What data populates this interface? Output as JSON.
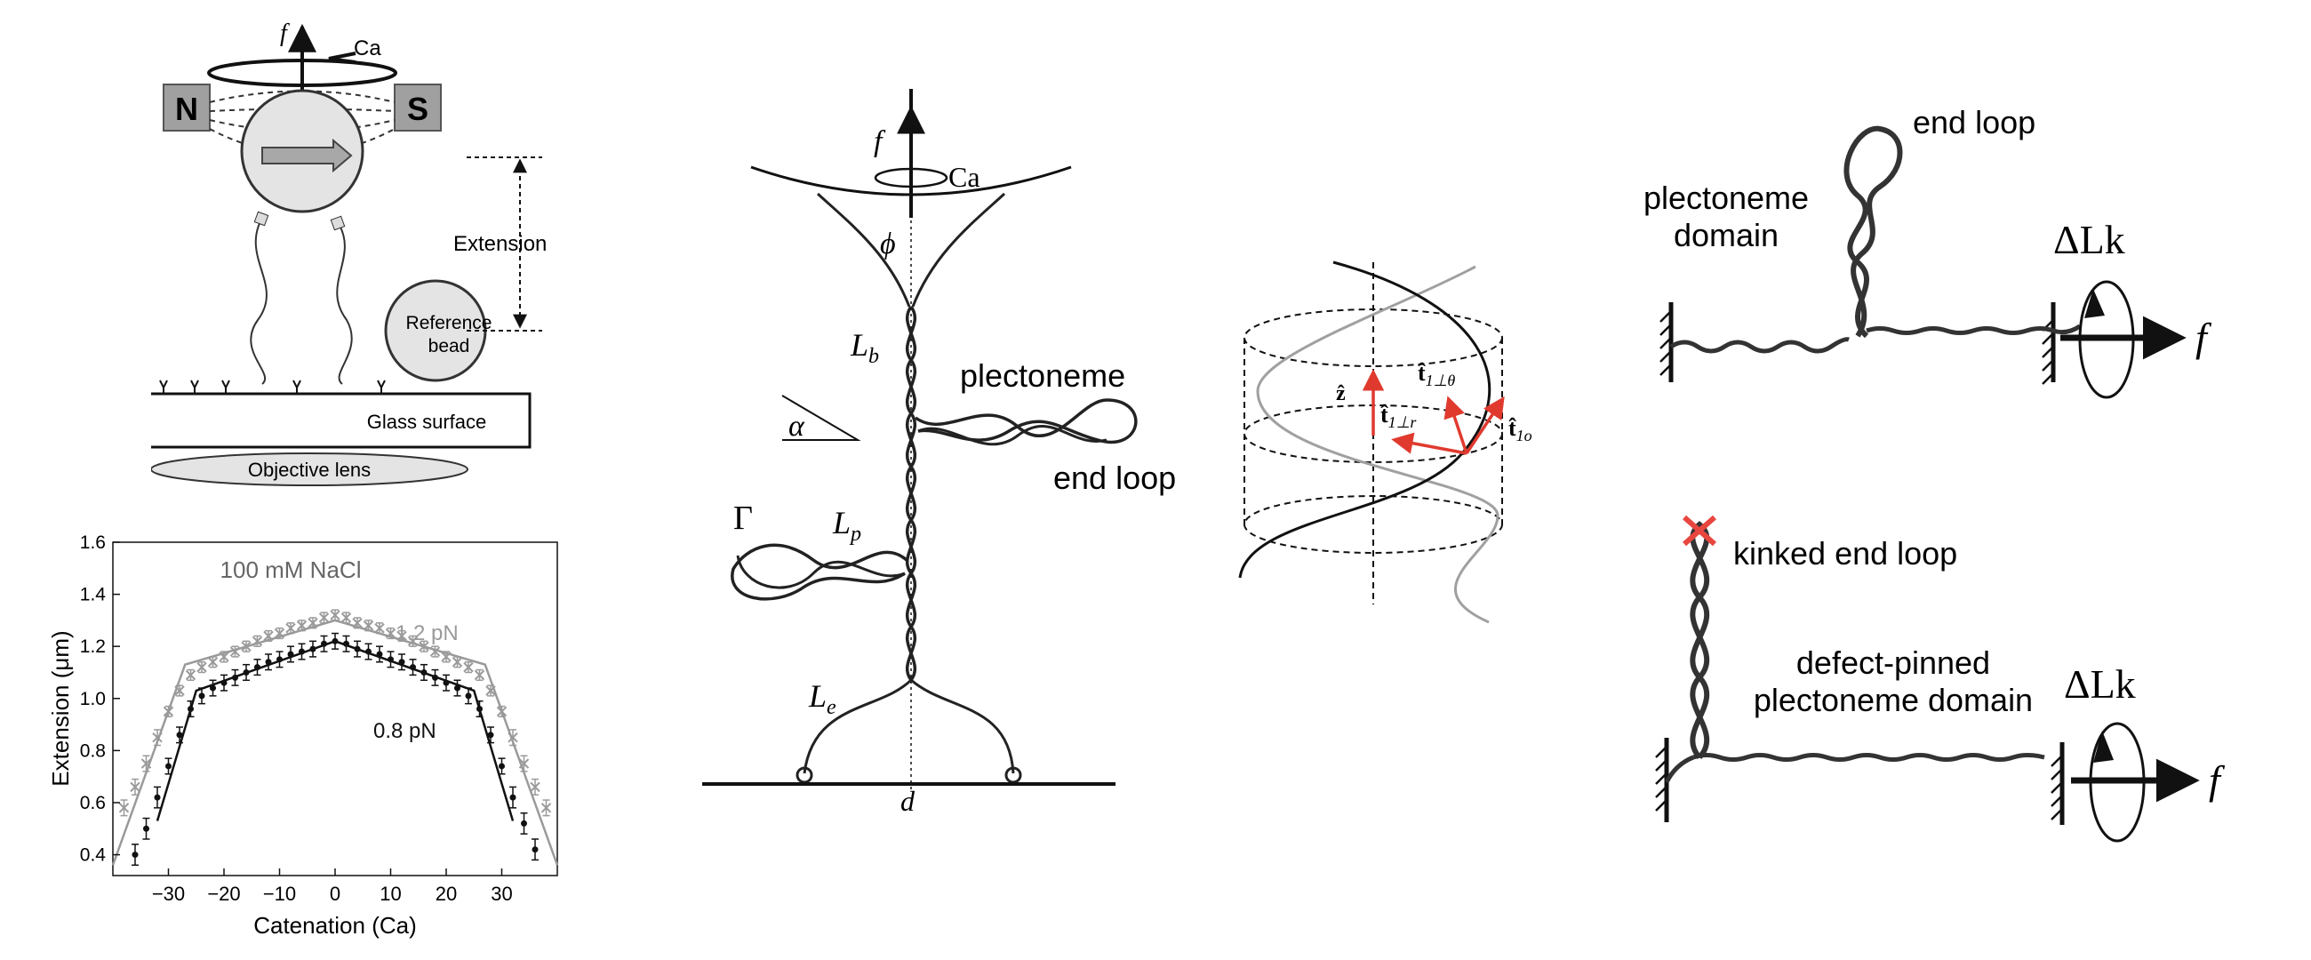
{
  "magnet_setup": {
    "force": "f",
    "rotation": "Ca",
    "pole_north": "N",
    "pole_south": "S",
    "extension": "Extension",
    "reference_bead_line1": "Reference",
    "reference_bead_line2": "bead",
    "glass": "Glass surface",
    "objective": "Objective lens"
  },
  "model_diagram": {
    "force": "f",
    "rotation": "Ca",
    "phi": "ϕ",
    "lb": "L",
    "lb_sub": "b",
    "plectoneme": "plectoneme",
    "alpha": "α",
    "end_loop": "end loop",
    "gamma": "Γ",
    "lp": "L",
    "lp_sub": "p",
    "le": "L",
    "le_sub": "e",
    "d": "d"
  },
  "helix_diagram": {
    "z": "ẑ",
    "t_theta": "t̂",
    "t_theta_sub": "1⊥θ",
    "t_r": "t̂",
    "t_r_sub": "1⊥r",
    "t_o": "t̂",
    "t_o_sub": "1o"
  },
  "plectoneme_domain": {
    "end_loop": "end loop",
    "domain_line1": "plectoneme",
    "domain_line2": "domain",
    "dlk": "ΔLk",
    "force": "f"
  },
  "defect_pinned": {
    "kinked": "kinked end loop",
    "domain_line1": "defect-pinned",
    "domain_line2": "plectoneme domain",
    "dlk": "ΔLk",
    "force": "f",
    "defect_color": "#e8473f"
  },
  "chart_data": {
    "type": "scatter",
    "title": "100 mM NaCl",
    "xlabel": "Catenation (Ca)",
    "ylabel": "Extension (μm)",
    "xlim": [
      -40,
      40
    ],
    "ylim": [
      0.32,
      1.6
    ],
    "xticks": [
      -30,
      -20,
      -10,
      0,
      10,
      20,
      30
    ],
    "xtick_labels": [
      "−30",
      "−20",
      "−10",
      "0",
      "10",
      "20",
      "30"
    ],
    "yticks": [
      0.4,
      0.6,
      0.8,
      1.0,
      1.2,
      1.4,
      1.6
    ],
    "ytick_labels": [
      "0.4",
      "0.6",
      "0.8",
      "1.0",
      "1.2",
      "1.4",
      "1.6"
    ],
    "series": [
      {
        "name": "1.2 pN",
        "color": "#9a9a9a",
        "marker": "x",
        "x": [
          -38,
          -36,
          -34,
          -32,
          -30,
          -28,
          -26,
          -24,
          -22,
          -20,
          -18,
          -16,
          -14,
          -12,
          -10,
          -8,
          -6,
          -4,
          -2,
          0,
          2,
          4,
          6,
          8,
          10,
          12,
          14,
          16,
          18,
          20,
          22,
          24,
          26,
          28,
          30,
          32,
          34,
          36,
          38
        ],
        "y": [
          0.58,
          0.66,
          0.75,
          0.85,
          0.95,
          1.03,
          1.09,
          1.12,
          1.14,
          1.16,
          1.18,
          1.2,
          1.22,
          1.24,
          1.25,
          1.27,
          1.28,
          1.29,
          1.31,
          1.32,
          1.31,
          1.29,
          1.28,
          1.27,
          1.25,
          1.24,
          1.22,
          1.2,
          1.18,
          1.16,
          1.14,
          1.12,
          1.09,
          1.03,
          0.95,
          0.85,
          0.75,
          0.66,
          0.58
        ],
        "err": [
          0.03,
          0.03,
          0.03,
          0.03,
          0.02,
          0.02,
          0.02,
          0.02,
          0.02,
          0.02,
          0.02,
          0.02,
          0.02,
          0.02,
          0.02,
          0.02,
          0.02,
          0.02,
          0.02,
          0.02,
          0.02,
          0.02,
          0.02,
          0.02,
          0.02,
          0.02,
          0.02,
          0.02,
          0.02,
          0.02,
          0.02,
          0.02,
          0.02,
          0.02,
          0.02,
          0.03,
          0.03,
          0.03,
          0.03
        ]
      },
      {
        "name": "0.8 pN",
        "color": "#111111",
        "marker": "dot",
        "x": [
          -36,
          -34,
          -32,
          -30,
          -28,
          -26,
          -24,
          -22,
          -20,
          -18,
          -16,
          -14,
          -12,
          -10,
          -8,
          -6,
          -4,
          -2,
          0,
          2,
          4,
          6,
          8,
          10,
          12,
          14,
          16,
          18,
          20,
          22,
          24,
          26,
          28,
          30,
          32,
          34,
          36
        ],
        "y": [
          0.4,
          0.5,
          0.62,
          0.74,
          0.86,
          0.96,
          1.01,
          1.04,
          1.06,
          1.08,
          1.1,
          1.12,
          1.14,
          1.15,
          1.17,
          1.18,
          1.19,
          1.21,
          1.22,
          1.21,
          1.19,
          1.18,
          1.17,
          1.15,
          1.14,
          1.12,
          1.1,
          1.08,
          1.06,
          1.04,
          1.01,
          0.96,
          0.86,
          0.74,
          0.62,
          0.52,
          0.42
        ],
        "err": [
          0.04,
          0.04,
          0.04,
          0.03,
          0.03,
          0.03,
          0.03,
          0.03,
          0.03,
          0.03,
          0.03,
          0.03,
          0.03,
          0.03,
          0.03,
          0.03,
          0.03,
          0.03,
          0.03,
          0.03,
          0.03,
          0.03,
          0.03,
          0.03,
          0.03,
          0.03,
          0.03,
          0.03,
          0.03,
          0.03,
          0.03,
          0.03,
          0.03,
          0.03,
          0.04,
          0.04,
          0.04
        ]
      }
    ],
    "fits": [
      {
        "name": "1.2 pN",
        "color": "#9a9a9a",
        "x": [
          -40,
          -27,
          0,
          27,
          40
        ],
        "y": [
          0.36,
          1.13,
          1.3,
          1.13,
          0.36
        ]
      },
      {
        "name": "0.8 pN",
        "color": "#111111",
        "x": [
          -32,
          -25,
          0,
          25,
          32
        ],
        "y": [
          0.53,
          1.03,
          1.22,
          1.03,
          0.53
        ]
      }
    ]
  }
}
